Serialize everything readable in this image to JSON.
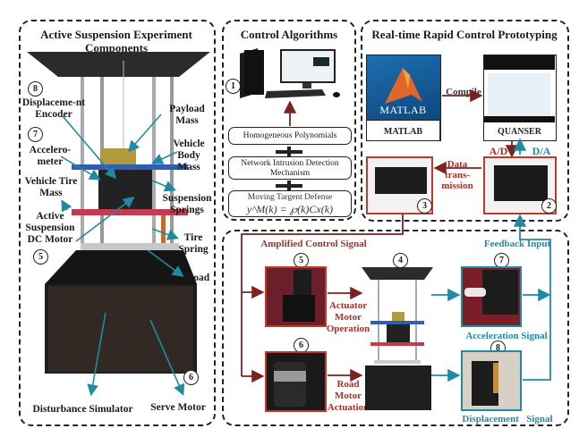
{
  "colors": {
    "red": "#a3302a",
    "teal": "#1f8ba3",
    "dark": "#222222"
  },
  "panel_left": {
    "title": "Active Suspension Experiment Components",
    "labels": {
      "displacement_encoder": "Displaceme-nt Encoder",
      "accelerometer": "Accelero-meter",
      "vehicle_tire_mass": "Vehicle Tire Mass",
      "active_suspension_dc_motor": "Active Suspension DC Motor",
      "payload_mass": "Payload Mass",
      "vehicle_body_mass": "Vehicle Body Mass",
      "suspension_springs": "Suspension Springs",
      "tire_spring": "Tire Spring",
      "road": "Road",
      "disturbance_simulator": "Disturbance Simulator",
      "serve_motor": "Serve Motor"
    },
    "markers": {
      "m8": "8",
      "m7": "7",
      "m5": "5",
      "m6": "6"
    }
  },
  "panel_control": {
    "title": "Control Algorithms",
    "marker": "1",
    "boxes": {
      "homogeneous": "Homogeneous Polynomials",
      "intrusion": "Network Intrusion Detection Mechanism",
      "mtd_title": "Moving Targent Defense",
      "mtd_formula": "y^M(k) = ℘(k)Cx(k)"
    },
    "plus": "+"
  },
  "panel_rcp": {
    "title": "Real-time Rapid Control Prototyping",
    "matlab_caption": "MATLAB",
    "matlab_logo": "MATLAB",
    "quanser_caption": "QUANSER",
    "compile": "Compile",
    "ad": "A/D",
    "da": "D/A",
    "data_transmission": "Data trans-mission",
    "marker2": "2",
    "marker3": "3"
  },
  "panel_bottom": {
    "amplified": "Amplified Control Signal",
    "feedback": "Feedback Input",
    "actuator": "Actuator Motor Operation",
    "road_motor": "Road Motor Actuation",
    "acceleration": "Acceleration Signal",
    "displacement": "Displacement   Signal",
    "markers": {
      "m4": "4",
      "m5": "5",
      "m6": "6",
      "m7": "7",
      "m8": "8"
    }
  }
}
